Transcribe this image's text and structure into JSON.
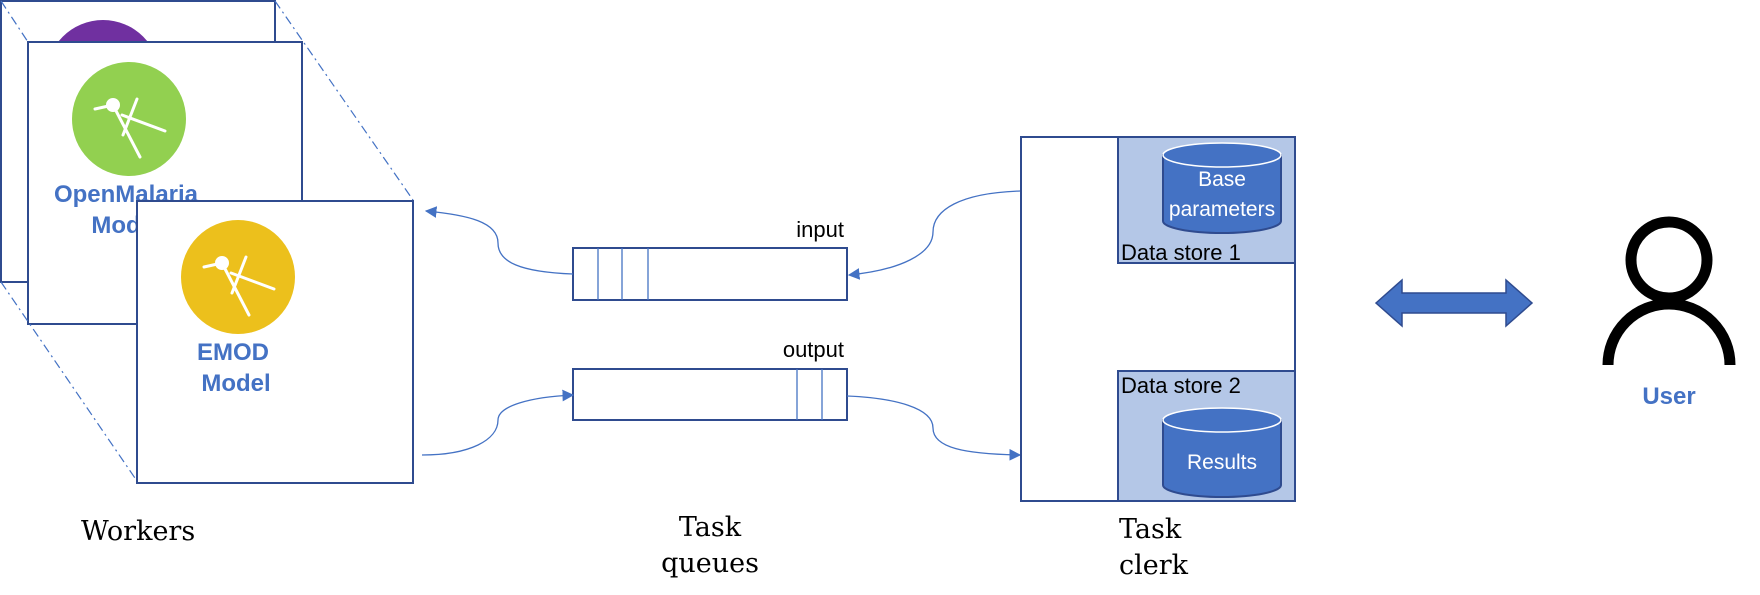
{
  "workers": {
    "back_model_hidden": "",
    "middle_model": {
      "line1": "OpenMalaria",
      "line2": "Model"
    },
    "front_model": {
      "line1": "EMOD",
      "line2": "Model"
    },
    "caption": "Workers"
  },
  "queues": {
    "input_label": "input",
    "output_label": "output",
    "caption_line1": "Task",
    "caption_line2": "queues"
  },
  "clerk": {
    "store1_label": "Data store 1",
    "store1_db_line1": "Base",
    "store1_db_line2": "parameters",
    "store2_label": "Data store 2",
    "store2_db": "Results",
    "caption_line1": "Task",
    "caption_line2": "clerk"
  },
  "user": {
    "label": "User"
  },
  "colors": {
    "outline": "#2f4b8f",
    "accent_text": "#4472c4",
    "arrow": "#4472c4",
    "store_fill": "#b4c7e7",
    "db_fill": "#4472c4",
    "purple": "#7030a0",
    "green": "#92d050",
    "yellow": "#ecc01c"
  },
  "icons": [
    "drafting-compass-icon",
    "user-icon",
    "double-arrow-icon"
  ]
}
